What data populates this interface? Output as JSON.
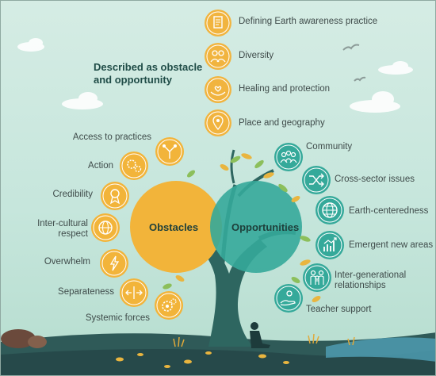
{
  "heading": "Described as obstacle and opportunity",
  "heading_lines": [
    "Described as obstacle",
    "and opportunity"
  ],
  "colors": {
    "obstacles": "#f2b43a",
    "opportunities": "#35a99a",
    "text": "#3f4b4a",
    "heading": "#1f4c47"
  },
  "described": [
    {
      "label": "Defining Earth awareness practice",
      "icon": "document-pencil-icon"
    },
    {
      "label": "Diversity",
      "icon": "people-diversity-icon"
    },
    {
      "label": "Healing and protection",
      "icon": "hands-heart-icon"
    },
    {
      "label": "Place and geography",
      "icon": "map-pin-icon"
    }
  ],
  "obstacles": {
    "title": "Obstacles",
    "items": [
      {
        "label": "Access to practices",
        "icon": "branching-path-icon"
      },
      {
        "label": "Action",
        "icon": "gears-icon"
      },
      {
        "label": "Credibility",
        "icon": "award-ribbon-icon"
      },
      {
        "label_lines": [
          "Inter-cultural",
          "respect"
        ],
        "icon": "globe-network-icon"
      },
      {
        "label": "Overwhelm",
        "icon": "lightning-head-icon"
      },
      {
        "label": "Separateness",
        "icon": "split-arrows-icon"
      },
      {
        "label": "Systemic forces",
        "icon": "cogs-icon"
      }
    ]
  },
  "opportunities": {
    "title": "Opportunities",
    "items": [
      {
        "label": "Community",
        "icon": "community-icon"
      },
      {
        "label": "Cross-sector issues",
        "icon": "shuffle-icon"
      },
      {
        "label": "Earth-centeredness",
        "icon": "globe-icon"
      },
      {
        "label": "Emergent new areas",
        "icon": "growth-chart-icon"
      },
      {
        "label_lines": [
          "Inter-generational",
          "relationships"
        ],
        "icon": "family-icon"
      },
      {
        "label": "Teacher support",
        "icon": "helping-hand-icon"
      }
    ]
  }
}
